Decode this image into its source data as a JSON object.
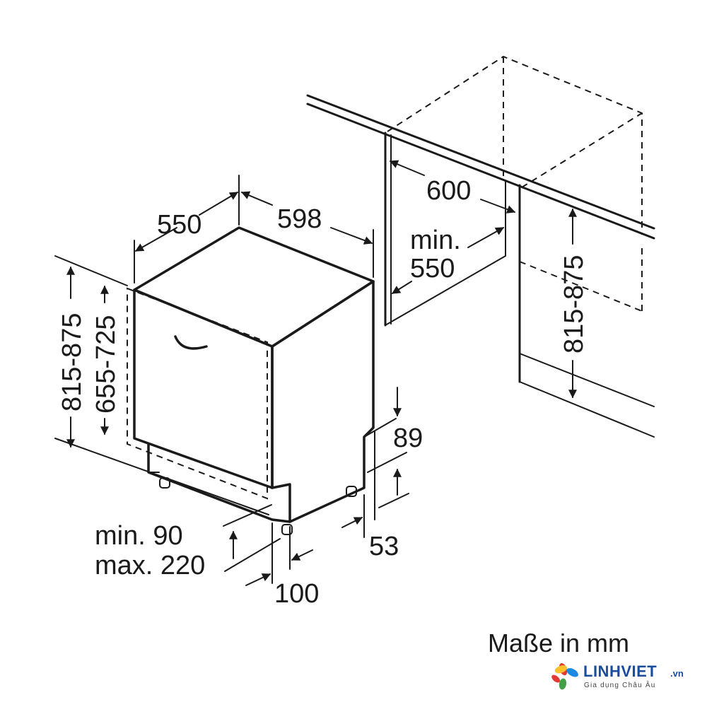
{
  "dimensions": {
    "appliance_depth": "550",
    "appliance_width": "598",
    "niche_width": "600",
    "niche_depth_line1": "min.",
    "niche_depth_line2": "550",
    "niche_height": "815-875",
    "total_height": "815-875",
    "door_height": "655-725",
    "plinth_top": "89",
    "plinth_bottom": "53",
    "toe_kick_line1": "min. 90",
    "toe_kick_line2": "max. 220",
    "foot_offset": "100"
  },
  "units_note": "Maße in mm",
  "logo": {
    "name": "LINHVIET",
    "tld": ".vn",
    "tagline": "Gia dụng Châu Âu",
    "colors": [
      "#e53935",
      "#fbc02d",
      "#1e88e5",
      "#43a047"
    ]
  }
}
